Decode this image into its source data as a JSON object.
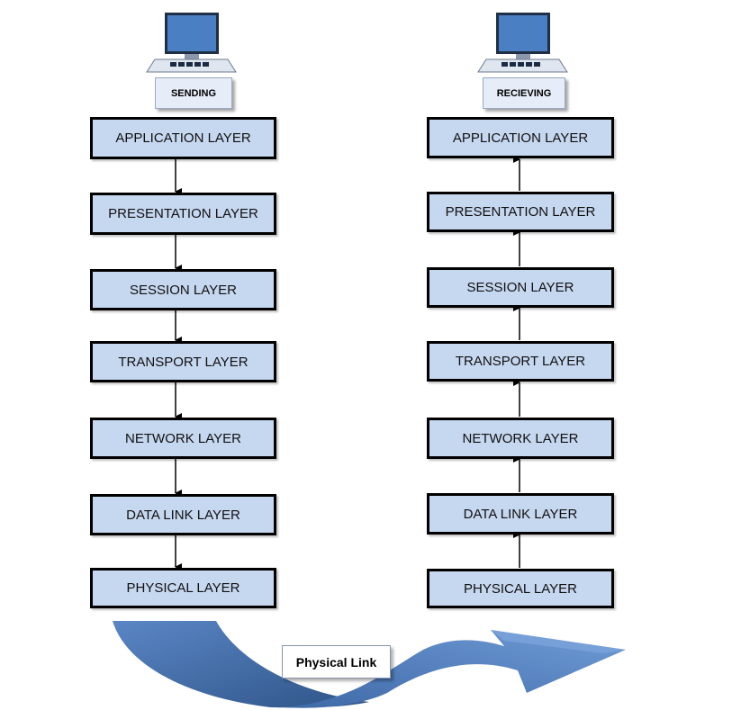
{
  "sender": {
    "label": "SENDING",
    "layers": [
      "APPLICATION LAYER",
      "PRESENTATION LAYER",
      "SESSION LAYER",
      "TRANSPORT LAYER",
      "NETWORK LAYER",
      "DATA LINK LAYER",
      "PHYSICAL LAYER"
    ]
  },
  "receiver": {
    "label": "RECIEVING",
    "layers": [
      "APPLICATION LAYER",
      "PRESENTATION LAYER",
      "SESSION LAYER",
      "TRANSPORT LAYER",
      "NETWORK LAYER",
      "DATA LINK LAYER",
      "PHYSICAL LAYER"
    ]
  },
  "link": {
    "label": "Physical Link"
  },
  "icons": {
    "sender": "computer-icon",
    "receiver": "computer-icon",
    "link_arrow": "curved-arrow-icon"
  },
  "colors": {
    "layer_fill": "#c6d7f0",
    "arrow_dark": "#2f5588",
    "arrow_light": "#5a86c5",
    "monitor": "#4a7fc4"
  }
}
